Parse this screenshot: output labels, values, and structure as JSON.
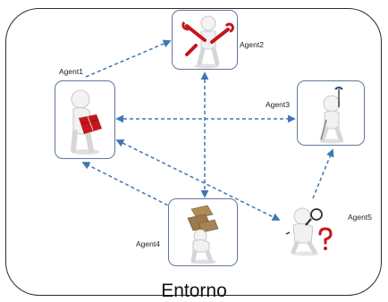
{
  "diagram": {
    "environment_label": "Entorno",
    "agents": [
      {
        "id": "agent1",
        "label": "Agent1",
        "figure": "reading-book-figure-icon",
        "boxed": true
      },
      {
        "id": "agent2",
        "label": "Agent2",
        "figure": "wrench-figure-icon",
        "boxed": true
      },
      {
        "id": "agent3",
        "label": "Agent3",
        "figure": "hammer-figure-icon",
        "boxed": true
      },
      {
        "id": "agent4",
        "label": "Agent4",
        "figure": "carrying-boxes-figure-icon",
        "boxed": true
      },
      {
        "id": "agent5",
        "label": "Agent5",
        "figure": "magnifier-question-figure-icon",
        "boxed": false
      }
    ],
    "connections": [
      {
        "from": "agent1",
        "to": "agent2",
        "arrowheads": "to"
      },
      {
        "from": "agent1",
        "to": "agent3",
        "arrowheads": "both"
      },
      {
        "from": "agent1",
        "to": "agent5",
        "arrowheads": "both"
      },
      {
        "from": "agent4",
        "to": "agent1",
        "arrowheads": "to"
      },
      {
        "from": "agent2",
        "to": "agent4",
        "arrowheads": "both"
      },
      {
        "from": "agent5",
        "to": "agent3",
        "arrowheads": "to"
      }
    ],
    "colors": {
      "arrow": "#3f76b6",
      "box_border": "#5f7897",
      "figure_body": "#f2f2f2",
      "accent_red": "#c4161c",
      "cardboard": "#9a7a4a"
    }
  }
}
